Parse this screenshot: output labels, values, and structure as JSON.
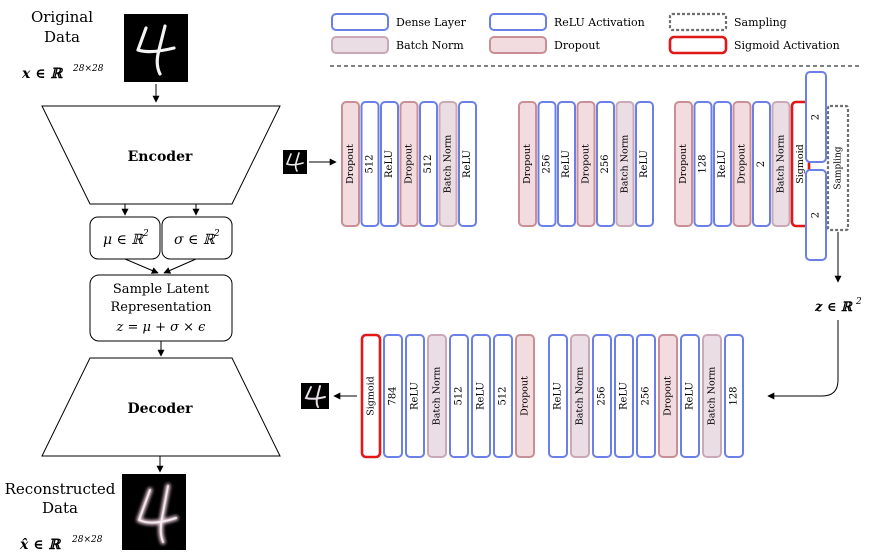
{
  "left": {
    "original_title": [
      "Original",
      "Data"
    ],
    "x_math": "x ∈ ℝ",
    "x_sup": "28×28",
    "encoder": "Encoder",
    "mu": "μ ∈ ℝ",
    "mu_sup": "2",
    "sigma": "σ ∈ ℝ",
    "sigma_sup": "2",
    "sample_lines": [
      "Sample Latent",
      "Representation"
    ],
    "sample_eq": "z = μ + σ × ϵ",
    "decoder": "Decoder",
    "reconstructed_title": [
      "Reconstructed",
      "Data"
    ],
    "xhat_math": "x̂ ∈ ℝ",
    "xhat_sup": "28×28"
  },
  "legend": [
    {
      "label": "Dense Layer",
      "type": "dense"
    },
    {
      "label": "ReLU Activation",
      "type": "dense"
    },
    {
      "label": "Sampling",
      "type": "sampling"
    },
    {
      "label": "Batch Norm",
      "type": "bn"
    },
    {
      "label": "Dropout",
      "type": "dropout"
    },
    {
      "label": "Sigmoid Activation",
      "type": "sigmoid"
    }
  ],
  "encoder_layers": [
    {
      "label": "Dropout",
      "type": "dropout"
    },
    {
      "label": "512",
      "type": "dense"
    },
    {
      "label": "ReLU",
      "type": "dense"
    },
    {
      "label": "Dropout",
      "type": "dropout"
    },
    {
      "label": "512",
      "type": "dense"
    },
    {
      "label": "Batch Norm",
      "type": "bn"
    },
    {
      "label": "ReLU",
      "type": "dense"
    },
    {
      "label": "Dropout",
      "type": "dropout"
    },
    {
      "label": "256",
      "type": "dense"
    },
    {
      "label": "ReLU",
      "type": "dense"
    },
    {
      "label": "Dropout",
      "type": "dropout"
    },
    {
      "label": "256",
      "type": "dense"
    },
    {
      "label": "Batch Norm",
      "type": "bn"
    },
    {
      "label": "ReLU",
      "type": "dense"
    },
    {
      "label": "Dropout",
      "type": "dropout"
    },
    {
      "label": "128",
      "type": "dense"
    },
    {
      "label": "ReLU",
      "type": "dense"
    },
    {
      "label": "Dropout",
      "type": "dropout"
    },
    {
      "label": "2",
      "type": "dense"
    },
    {
      "label": "Batch Norm",
      "type": "bn"
    },
    {
      "label": "Sigmoid",
      "type": "sigmoid"
    }
  ],
  "latent": {
    "top": "2",
    "bottom": "2",
    "sampling": "Sampling",
    "z_math": "z ∈ ℝ",
    "z_sup": "2"
  },
  "decoder_layers": [
    {
      "label": "Sigmoid",
      "type": "sigmoid"
    },
    {
      "label": "784",
      "type": "dense"
    },
    {
      "label": "ReLU",
      "type": "dense"
    },
    {
      "label": "Batch Norm",
      "type": "bn"
    },
    {
      "label": "512",
      "type": "dense"
    },
    {
      "label": "ReLU",
      "type": "dense"
    },
    {
      "label": "512",
      "type": "dense"
    },
    {
      "label": "Dropout",
      "type": "dropout"
    },
    {
      "label": "ReLU",
      "type": "dense"
    },
    {
      "label": "Batch Norm",
      "type": "bn"
    },
    {
      "label": "256",
      "type": "dense"
    },
    {
      "label": "ReLU",
      "type": "dense"
    },
    {
      "label": "256",
      "type": "dense"
    },
    {
      "label": "Dropout",
      "type": "dropout"
    },
    {
      "label": "ReLU",
      "type": "dense"
    },
    {
      "label": "Batch Norm",
      "type": "bn"
    },
    {
      "label": "128",
      "type": "dense"
    }
  ],
  "colors": {
    "dense_stroke": "#6b7fe8",
    "dense_fill": "#ffffff",
    "bn_stroke": "#c9a9b8",
    "bn_fill": "#eadde4",
    "dropout_stroke": "#c98f97",
    "dropout_fill": "#f3dcdf",
    "sigmoid_stroke": "#e01818",
    "sampling_stroke": "#6f6f6f"
  }
}
